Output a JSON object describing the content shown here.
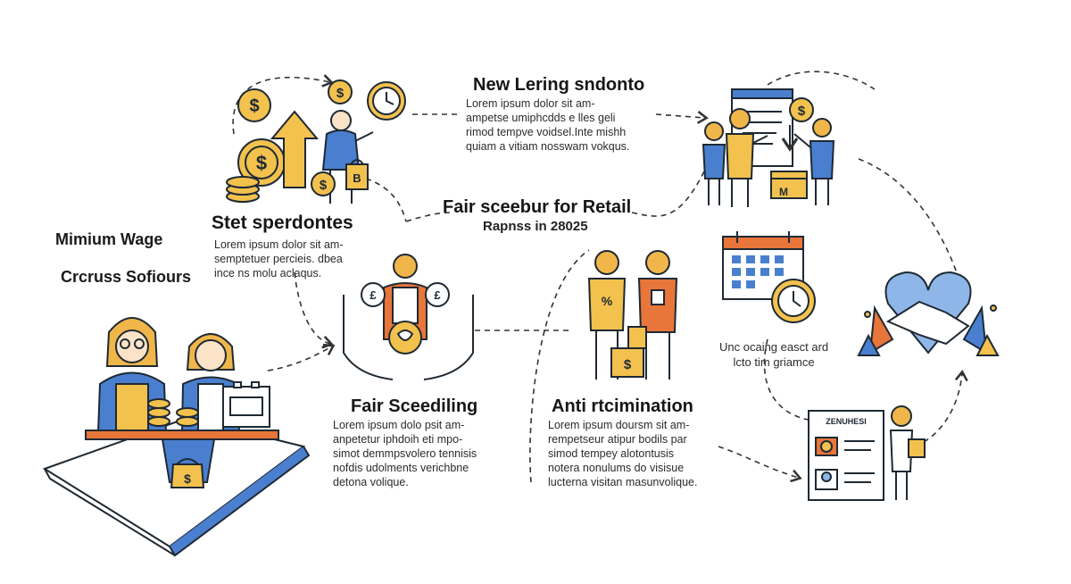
{
  "header": {
    "title": "Fair sceebur for Retail",
    "subtitle": "Rapnss in 28025"
  },
  "left_labels": {
    "line1": "Mimium Wage",
    "line2": "Crcruss Sofiours"
  },
  "nodes": {
    "new_learning": {
      "title": "New Lering sndonto",
      "lines": [
        "Lorem ipsum dolor sit am-",
        "ampetse umiphcdds e lles geli",
        "rimod tempve voidsel.Inte mishh",
        "quiam a vitiam nosswam vokqus."
      ]
    },
    "stet": {
      "title": "Stet sperdontes",
      "lines": [
        "Lorem ipsum dolor sit am-",
        "semptetuer percieis. dbea",
        "ince ns molu aclaqus."
      ]
    },
    "fair_scheduling": {
      "title": "Fair Sceediling",
      "lines": [
        "Lorem ipsum dolo psit am-",
        "anpetetur iphdoih eti mpo-",
        "simot demmpsvolero tennisis",
        "nofdis udolments verichbne",
        "detona volique."
      ]
    },
    "anti": {
      "title": "Anti rtcimination",
      "lines": [
        "Lorem ipsum doursm sit am-",
        "rempetseur atipur bodils par",
        "simod tempey alotontusis",
        "notera nonulums do visisue",
        "lucterna visitan masunvolique."
      ]
    },
    "calendar": {
      "lines": [
        "Unc ocaing easct ard",
        "lcto tim griamce"
      ]
    },
    "notice": {
      "label": "ZENUHESI"
    }
  },
  "icons": {
    "dollar_coin": "$",
    "bag_letter": "B",
    "pound_coin": "£",
    "percent": "%",
    "box_letter": "M"
  },
  "colors": {
    "outline": "#1e2933",
    "blue": "#4a7fcf",
    "light_blue": "#8fb6e8",
    "orange": "#e8753a",
    "gold": "#f2c14e",
    "skin": "#fbe3c8",
    "hair": "#f0b64a",
    "dashed": "#333333"
  }
}
